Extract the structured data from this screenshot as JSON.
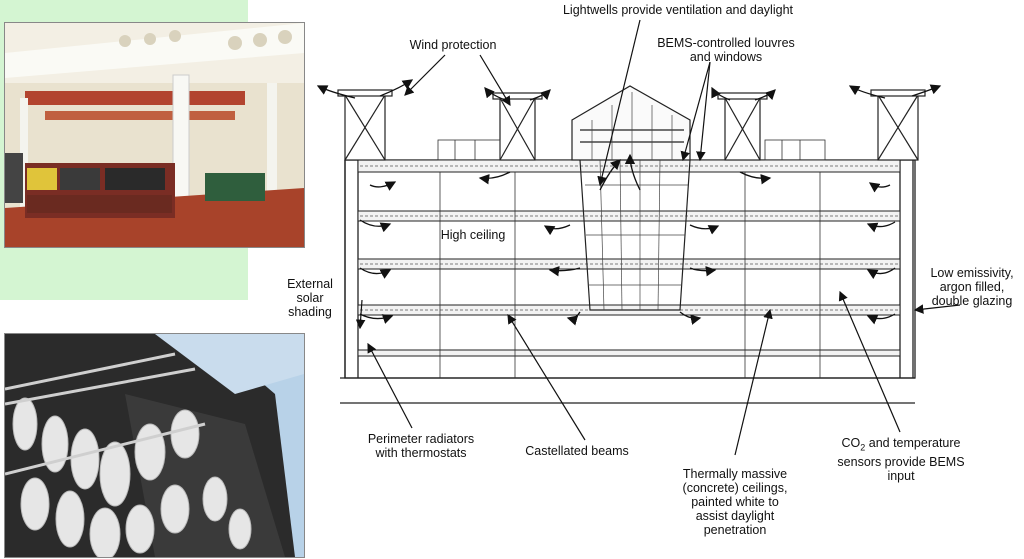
{
  "photos": {
    "library_interior": "library-interior-photo",
    "exterior_louvres": "exterior-louvres-photo"
  },
  "labels": {
    "lightwells": "Lightwells provide ventilation and daylight",
    "wind_protection": "Wind protection",
    "bems_louvres": "BEMS-controlled louvres\nand windows",
    "high_ceiling": "High ceiling",
    "external_shading": "External\nsolar\nshading",
    "low_e": "Low emissivity,\nargon filled,\ndouble glazing",
    "perimeter_radiators": "Perimeter radiators\nwith thermostats",
    "castellated_beams": "Castellated beams",
    "thermal_mass": "Thermally massive\n(concrete) ceilings,\npainted white to\nassist daylight\npenetration",
    "co2_prefix": "CO",
    "co2_sub": "2",
    "co2_rest": " and temperature\nsensors provide BEMS\ninput"
  },
  "colors": {
    "background": "#d4f5d2",
    "line": "#222222",
    "panel": "#ffffff"
  }
}
